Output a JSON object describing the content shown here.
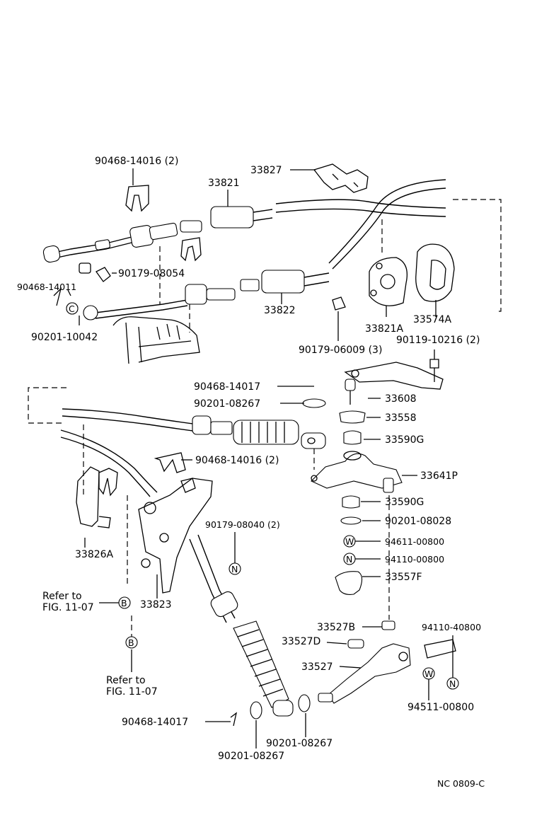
{
  "parts": {
    "p_90468_14016_top": "90468-14016 (2)",
    "p_33827": "33827",
    "p_33821": "33821",
    "p_90179_08054": "90179-08054",
    "p_90468_14011": "90468-14011",
    "p_90201_10042": "90201-10042",
    "p_33822": "33822",
    "p_33821A": "33821A",
    "p_33574A": "33574A",
    "p_90179_06009": "90179-06009 (3)",
    "p_90119_10216": "90119-10216 (2)",
    "p_90468_14017_a": "90468-14017",
    "p_33608": "33608",
    "p_90201_08267_a": "90201-08267",
    "p_33558": "33558",
    "p_33590G_a": "33590G",
    "p_90468_14016_mid": "90468-14016 (2)",
    "p_33641P": "33641P",
    "p_33590G_b": "33590G",
    "p_90201_08028": "90201-08028",
    "p_90179_08040": "90179-08040 (2)",
    "p_94611_00800": "94611-00800",
    "p_94110_00800": "94110-00800",
    "p_33826A": "33826A",
    "p_33557F": "33557F",
    "p_33823": "33823",
    "p_33527B": "33527B",
    "p_94110_40800": "94110-40800",
    "p_33527D": "33527D",
    "p_33527": "33527",
    "p_94511_00800": "94511-00800",
    "p_90468_14017_b": "90468-14017",
    "p_90201_08267_b": "90201-08267",
    "p_90201_08267_c": "90201-08267"
  },
  "refs": {
    "refer_to": "Refer to",
    "fig_a": "FIG. 11-07",
    "fig_b": "FIG. 11-07"
  },
  "markers": {
    "B": "B",
    "C": "C",
    "N": "N",
    "W": "W"
  },
  "footer": {
    "code": "NC  0809-C"
  }
}
